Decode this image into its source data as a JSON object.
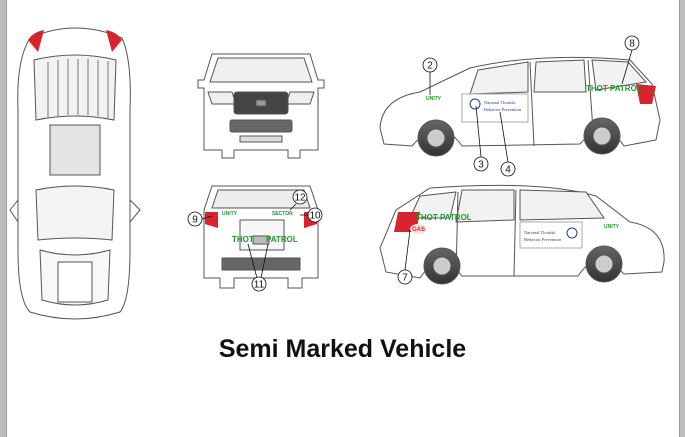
{
  "title": "Semi Marked Vehicle",
  "decal": {
    "patrol": "THOT PATROL",
    "thot": "THOT",
    "patrol_word": "PATROL",
    "unity": "UNITY",
    "sector": "SECTOR",
    "gas": "GAS",
    "org_line1": "National Thottish",
    "org_line2": "Behavior Prevention"
  },
  "callouts": [
    "2",
    "3",
    "4",
    "7",
    "8",
    "9",
    "10",
    "11",
    "12"
  ],
  "colors": {
    "green": "#1e9a2a",
    "red": "#d8242c",
    "navy": "#2a3a8a",
    "line": "#555555"
  }
}
